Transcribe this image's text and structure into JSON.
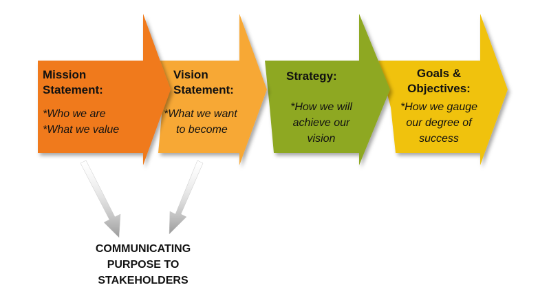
{
  "colors": {
    "mission": "#f07a1e",
    "vision": "#f7a836",
    "strategy": "#8ea823",
    "goals": "#f0c20d",
    "connector": "#b5b5b5"
  },
  "steps": [
    {
      "title_lines": [
        "Mission",
        "Statement:"
      ],
      "body_lines": [
        "*Who we are",
        "*What we value"
      ]
    },
    {
      "title_lines": [
        "Vision",
        "Statement:"
      ],
      "body_lines": [
        "*What we want",
        "to become"
      ]
    },
    {
      "title_lines": [
        "Strategy:"
      ],
      "body_lines": [
        "*How we will",
        "achieve our",
        "vision"
      ]
    },
    {
      "title_lines": [
        "Goals &",
        "Objectives:"
      ],
      "body_lines": [
        "*How we gauge",
        "our degree of",
        "success"
      ]
    }
  ],
  "bottom_label_lines": [
    "COMMUNICATING",
    "PURPOSE TO",
    "STAKEHOLDERS"
  ]
}
